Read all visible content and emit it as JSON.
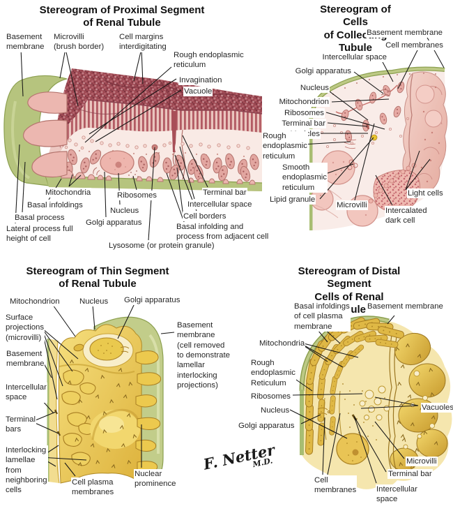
{
  "panels": [
    {
      "name": "proximal-segment",
      "title": "Stereogram of Proximal Segment\nof Renal Tubule",
      "labels": [
        {
          "id": "basement-membrane",
          "text": "Basement\nmembrane"
        },
        {
          "id": "microvilli",
          "text": "Microvilli\n(brush border)"
        },
        {
          "id": "cell-margins",
          "text": "Cell margins\ninterdigitating"
        },
        {
          "id": "rough-er",
          "text": "Rough endoplasmic\nreticulum"
        },
        {
          "id": "invagination",
          "text": "Invagination"
        },
        {
          "id": "vacuole",
          "text": "Vacuole"
        },
        {
          "id": "mitochondria",
          "text": "Mitochondria"
        },
        {
          "id": "basal-infoldings",
          "text": "Basal infoldings"
        },
        {
          "id": "basal-process",
          "text": "Basal process"
        },
        {
          "id": "lateral-process",
          "text": "Lateral process full\nheight of cell"
        },
        {
          "id": "golgi-apparatus",
          "text": "Golgi apparatus"
        },
        {
          "id": "nucleus",
          "text": "Nucleus"
        },
        {
          "id": "ribosomes",
          "text": "Ribosomes"
        },
        {
          "id": "lysosome",
          "text": "Lysosome (or protein granule)"
        },
        {
          "id": "cell-borders",
          "text": "Cell borders"
        },
        {
          "id": "basal-infolding-adjacent",
          "text": "Basal infolding and\nprocess from adjacent cell"
        },
        {
          "id": "intercellular-space",
          "text": "Intercellular space"
        },
        {
          "id": "terminal-bar",
          "text": "Terminal bar"
        }
      ]
    },
    {
      "name": "collecting-tubule",
      "title": "Stereogram of Cells\nof Collecting Tubule",
      "labels": [
        {
          "id": "basement-membrane",
          "text": "Basement membrane"
        },
        {
          "id": "cell-membranes",
          "text": "Cell membranes"
        },
        {
          "id": "intercellular-space",
          "text": "Intercellular space"
        },
        {
          "id": "golgi-apparatus",
          "text": "Golgi apparatus"
        },
        {
          "id": "nucleus",
          "text": "Nucleus"
        },
        {
          "id": "mitochondrion",
          "text": "Mitochondrion"
        },
        {
          "id": "ribosomes",
          "text": "Ribosomes"
        },
        {
          "id": "terminal-bar",
          "text": "Terminal bar"
        },
        {
          "id": "vesicles",
          "text": "Vesicles"
        },
        {
          "id": "rough-er",
          "text": "Rough\nendoplasmic\nreticulum"
        },
        {
          "id": "smooth-er",
          "text": "Smooth\nendoplasmic\nreticulum"
        },
        {
          "id": "lipid-granule",
          "text": "Lipid granule"
        },
        {
          "id": "microvilli",
          "text": "Microvilli"
        },
        {
          "id": "light-cells",
          "text": "Light cells"
        },
        {
          "id": "intercalated-dark-cell",
          "text": "Intercalated\ndark cell"
        }
      ]
    },
    {
      "name": "thin-segment",
      "title": "Stereogram of Thin Segment\nof Renal Tubule",
      "labels": [
        {
          "id": "mitochondrion",
          "text": "Mitochondrion"
        },
        {
          "id": "nucleus",
          "text": "Nucleus"
        },
        {
          "id": "golgi-apparatus",
          "text": "Golgi apparatus"
        },
        {
          "id": "surface-projections",
          "text": "Surface\nprojections\n(microvilli)"
        },
        {
          "id": "basement-membrane",
          "text": "Basement\nmembrane"
        },
        {
          "id": "intercellular-space",
          "text": "Intercellular\nspace"
        },
        {
          "id": "terminal-bars",
          "text": "Terminal\nbars"
        },
        {
          "id": "interlocking-lamellae",
          "text": "Interlocking\nlamellae\nfrom\nneighboring\ncells"
        },
        {
          "id": "cell-plasma-membranes",
          "text": "Cell plasma\nmembranes"
        },
        {
          "id": "nuclear-prominence",
          "text": "Nuclear\nprominence"
        },
        {
          "id": "basement-membrane-removed",
          "text": "Basement\nmembrane\n(cell removed\nto demonstrate\nlamellar\ninterlocking\nprojections)"
        }
      ]
    },
    {
      "name": "distal-segment",
      "title": "Stereogram of Distal Segment\nCells of Renal Tubule",
      "labels": [
        {
          "id": "basal-infoldings",
          "text": "Basal infoldings\nof cell plasma\nmembrane"
        },
        {
          "id": "basement-membrane",
          "text": "Basement membrane"
        },
        {
          "id": "mitochondria",
          "text": "Mitochondria"
        },
        {
          "id": "rough-er",
          "text": "Rough\nendoplasmic\nReticulum"
        },
        {
          "id": "ribosomes",
          "text": "Ribosomes"
        },
        {
          "id": "nucleus",
          "text": "Nucleus"
        },
        {
          "id": "golgi-apparatus",
          "text": "Golgi apparatus"
        },
        {
          "id": "vacuoles",
          "text": "Vacuoles"
        },
        {
          "id": "microvilli",
          "text": "Microvilli"
        },
        {
          "id": "terminal-bar",
          "text": "Terminal bar"
        },
        {
          "id": "cell-membranes",
          "text": "Cell\nmembranes"
        },
        {
          "id": "intercellular-space",
          "text": "Intercellular\nspace"
        }
      ]
    }
  ],
  "signature": {
    "name": "F. Netter",
    "suffix": "M.D."
  },
  "colors": {
    "pink_cell": "#f9eae5",
    "brush_border": "#9e4953",
    "green_membrane": "#b6c47e",
    "gold_cell": "#eccb58",
    "label_text": "#262626"
  }
}
